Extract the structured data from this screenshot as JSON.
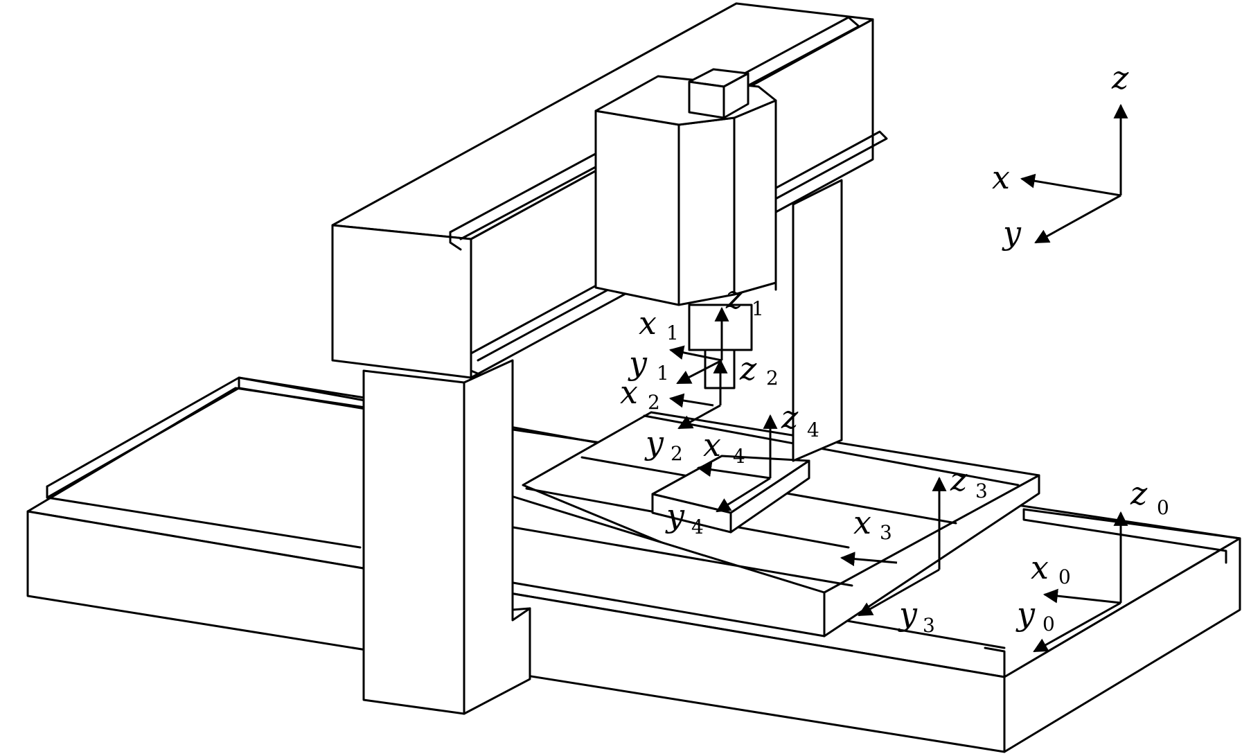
{
  "colors": {
    "line": "#000000",
    "background": "#ffffff"
  },
  "reference_frame": {
    "x": {
      "name": "x",
      "sub": ""
    },
    "y": {
      "name": "y",
      "sub": ""
    },
    "z": {
      "name": "z",
      "sub": ""
    }
  },
  "frames": [
    {
      "id": "0",
      "x": {
        "name": "x",
        "sub": "0"
      },
      "y": {
        "name": "y",
        "sub": "0"
      },
      "z": {
        "name": "z",
        "sub": "0"
      }
    },
    {
      "id": "1",
      "x": {
        "name": "x",
        "sub": "1"
      },
      "y": {
        "name": "y",
        "sub": "1"
      },
      "z": {
        "name": "z",
        "sub": "1"
      }
    },
    {
      "id": "2",
      "x": {
        "name": "x",
        "sub": "2"
      },
      "y": {
        "name": "y",
        "sub": "2"
      },
      "z": {
        "name": "z",
        "sub": "2"
      }
    },
    {
      "id": "3",
      "x": {
        "name": "x",
        "sub": "3"
      },
      "y": {
        "name": "y",
        "sub": "3"
      },
      "z": {
        "name": "z",
        "sub": "3"
      }
    },
    {
      "id": "4",
      "x": {
        "name": "x",
        "sub": "4"
      },
      "y": {
        "name": "y",
        "sub": "4"
      },
      "z": {
        "name": "z",
        "sub": "4"
      }
    }
  ]
}
